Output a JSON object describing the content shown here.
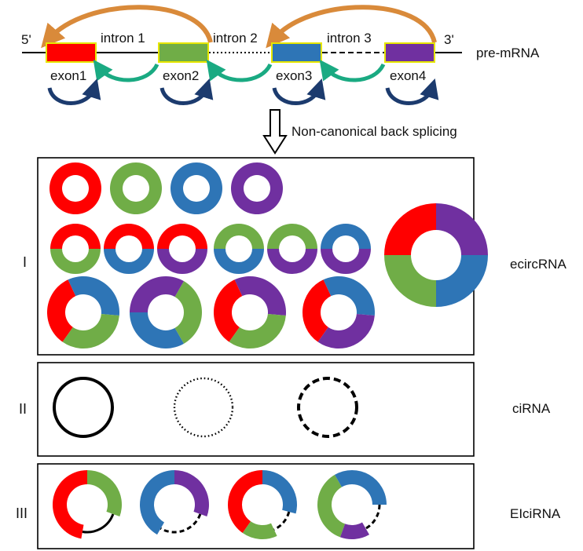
{
  "colors": {
    "exon1": "#ff0000",
    "exon2": "#70ad47",
    "exon3": "#2e75b6",
    "exon4": "#7030a0",
    "exon_border": "#e6e600",
    "arc_orange": "#d98a3a",
    "arc_teal": "#1aaa82",
    "arc_navy": "#1c3b6e",
    "line": "#000000"
  },
  "pre_mrna": {
    "end5": "5'",
    "end3": "3'",
    "label": "pre-mRNA",
    "introns": [
      "intron 1",
      "intron 2",
      "intron 3"
    ],
    "exons": [
      "exon1",
      "exon2",
      "exon3",
      "exon4"
    ]
  },
  "arrow_label": "Non-canonical back splicing",
  "panels": [
    {
      "numeral": "I",
      "name": "ecircRNA"
    },
    {
      "numeral": "II",
      "name": "ciRNA"
    },
    {
      "numeral": "III",
      "name": "EIciRNA"
    }
  ],
  "ecircrna": {
    "single": [
      [
        "exon1"
      ],
      [
        "exon2"
      ],
      [
        "exon3"
      ],
      [
        "exon4"
      ]
    ],
    "double": [
      [
        "exon1",
        "exon2"
      ],
      [
        "exon1",
        "exon3"
      ],
      [
        "exon1",
        "exon4"
      ],
      [
        "exon2",
        "exon3"
      ],
      [
        "exon2",
        "exon4"
      ],
      [
        "exon3",
        "exon4"
      ]
    ],
    "triple": [
      [
        "exon1",
        "exon3",
        "exon2"
      ],
      [
        "exon2",
        "exon3",
        "exon4"
      ],
      [
        "exon1",
        "exon4",
        "exon2"
      ],
      [
        "exon1",
        "exon3",
        "exon4"
      ]
    ],
    "quad": [
      "exon1",
      "exon4",
      "exon3",
      "exon2"
    ]
  },
  "cirna": [
    "intron 1",
    "intron 2",
    "intron 3"
  ],
  "eicirna": [
    {
      "exons": [
        "exon1",
        "exon2"
      ],
      "intron": "intron 1"
    },
    {
      "exons": [
        "exon3",
        "exon4"
      ],
      "intron": "intron 3"
    },
    {
      "exons": [
        "exon1",
        "exon3",
        "exon2"
      ],
      "intron": "intron 3"
    },
    {
      "exons": [
        "exon2",
        "exon3",
        "exon4"
      ],
      "intron": "intron 3"
    }
  ]
}
